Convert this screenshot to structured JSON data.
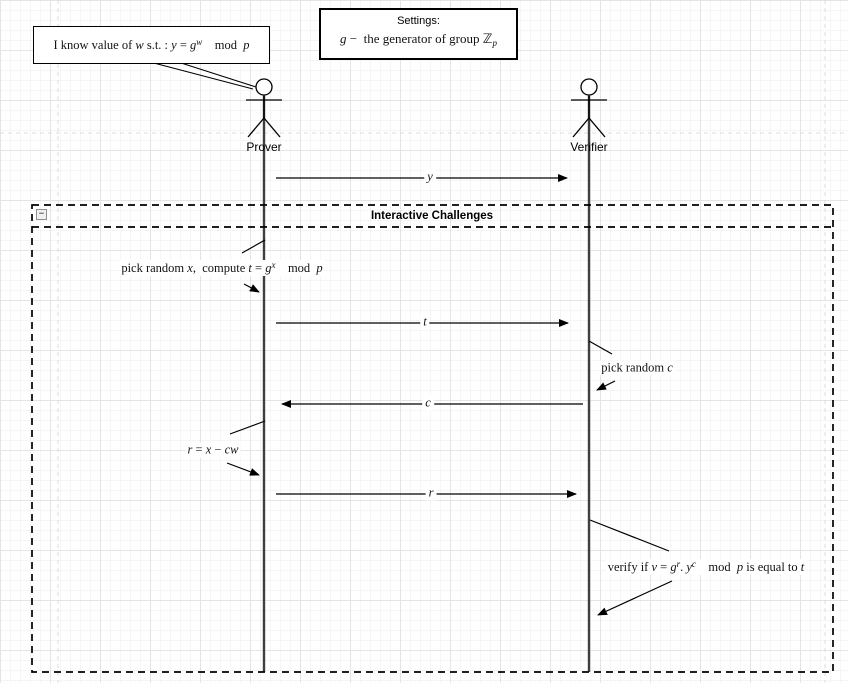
{
  "canvas": {
    "claim_box": {
      "segments": [
        [
          "",
          "I know value of "
        ],
        [
          "i",
          "w"
        ],
        [
          "",
          " s.t. : "
        ],
        [
          "i",
          "y"
        ],
        [
          "",
          " = "
        ],
        [
          "i",
          "g"
        ],
        [
          "sup",
          "w"
        ],
        [
          "",
          "    mod  "
        ],
        [
          "i",
          "p"
        ]
      ]
    },
    "settings_box": {
      "title": "Settings:",
      "segments": [
        [
          "i",
          "g"
        ],
        [
          "",
          " −  the generator of group "
        ],
        [
          "",
          "ℤ"
        ],
        [
          "sub",
          "p"
        ]
      ]
    },
    "actors": {
      "prover_label": "Prover",
      "verifier_label": "Verifier"
    },
    "frame": {
      "title": "Interactive Challenges",
      "collapse_glyph": "−"
    },
    "messages": {
      "y_label": [
        [
          "i",
          "y"
        ]
      ],
      "pick_x": [
        [
          "",
          "pick random "
        ],
        [
          "i",
          "x"
        ],
        [
          "",
          ",  compute "
        ],
        [
          "i",
          "t"
        ],
        [
          "",
          " = "
        ],
        [
          "i",
          "g"
        ],
        [
          "sup",
          "x"
        ],
        [
          "",
          "    mod  "
        ],
        [
          "i",
          "p"
        ]
      ],
      "t_label": [
        [
          "i",
          "t"
        ]
      ],
      "pick_c": [
        [
          "",
          "pick random "
        ],
        [
          "i",
          "c"
        ]
      ],
      "c_label": [
        [
          "i",
          "c"
        ]
      ],
      "r_calc": [
        [
          "i",
          "r"
        ],
        [
          "",
          " = "
        ],
        [
          "i",
          "x"
        ],
        [
          "",
          " − "
        ],
        [
          "i",
          "cw"
        ]
      ],
      "r_label": [
        [
          "i",
          "r"
        ]
      ],
      "verify": [
        [
          "",
          "verify if "
        ],
        [
          "i",
          "v"
        ],
        [
          "",
          " = "
        ],
        [
          "i",
          "g"
        ],
        [
          "sup",
          "r"
        ],
        [
          "",
          ". "
        ],
        [
          "i",
          "y"
        ],
        [
          "sup",
          "c"
        ],
        [
          "",
          "    mod  "
        ],
        [
          "i",
          "p"
        ],
        [
          "",
          " is equal to "
        ],
        [
          "i",
          "t"
        ]
      ]
    }
  }
}
